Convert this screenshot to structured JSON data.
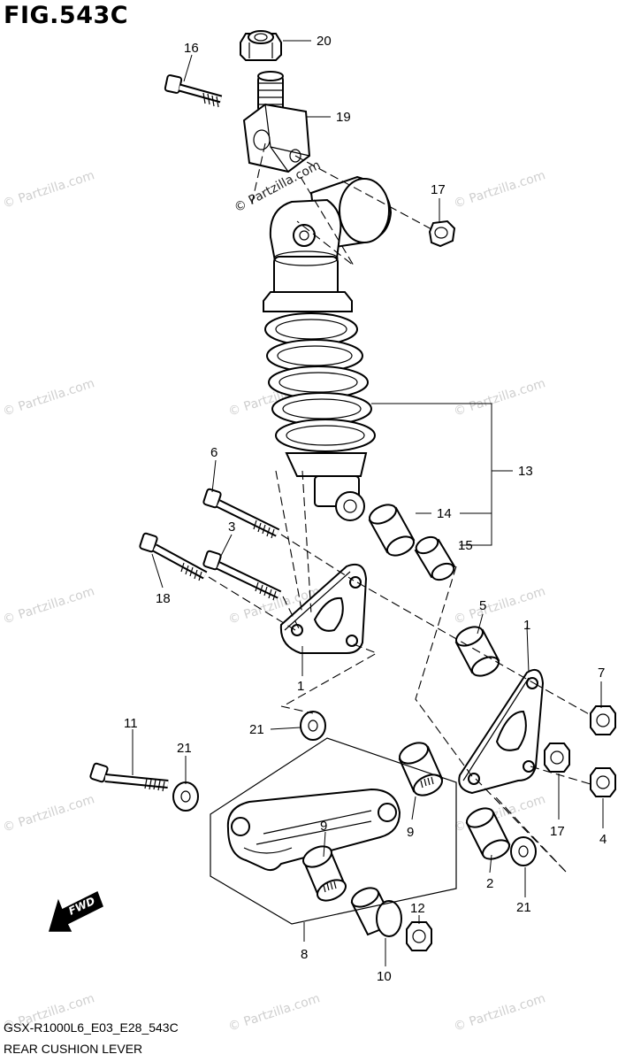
{
  "figure": {
    "title": "FIG.543C",
    "model_code": "GSX-R1000L6_E03_E28_543C",
    "name": "REAR CUSHION LEVER",
    "fwd_label": "FWD"
  },
  "watermark": {
    "text": "© Partzilla.com"
  },
  "callouts": [
    "20",
    "16",
    "19",
    "17",
    "13",
    "14",
    "15",
    "6",
    "3",
    "18",
    "5",
    "1",
    "1",
    "7",
    "21",
    "11",
    "21",
    "9",
    "9",
    "17",
    "4",
    "2",
    "21",
    "12",
    "8",
    "10"
  ]
}
